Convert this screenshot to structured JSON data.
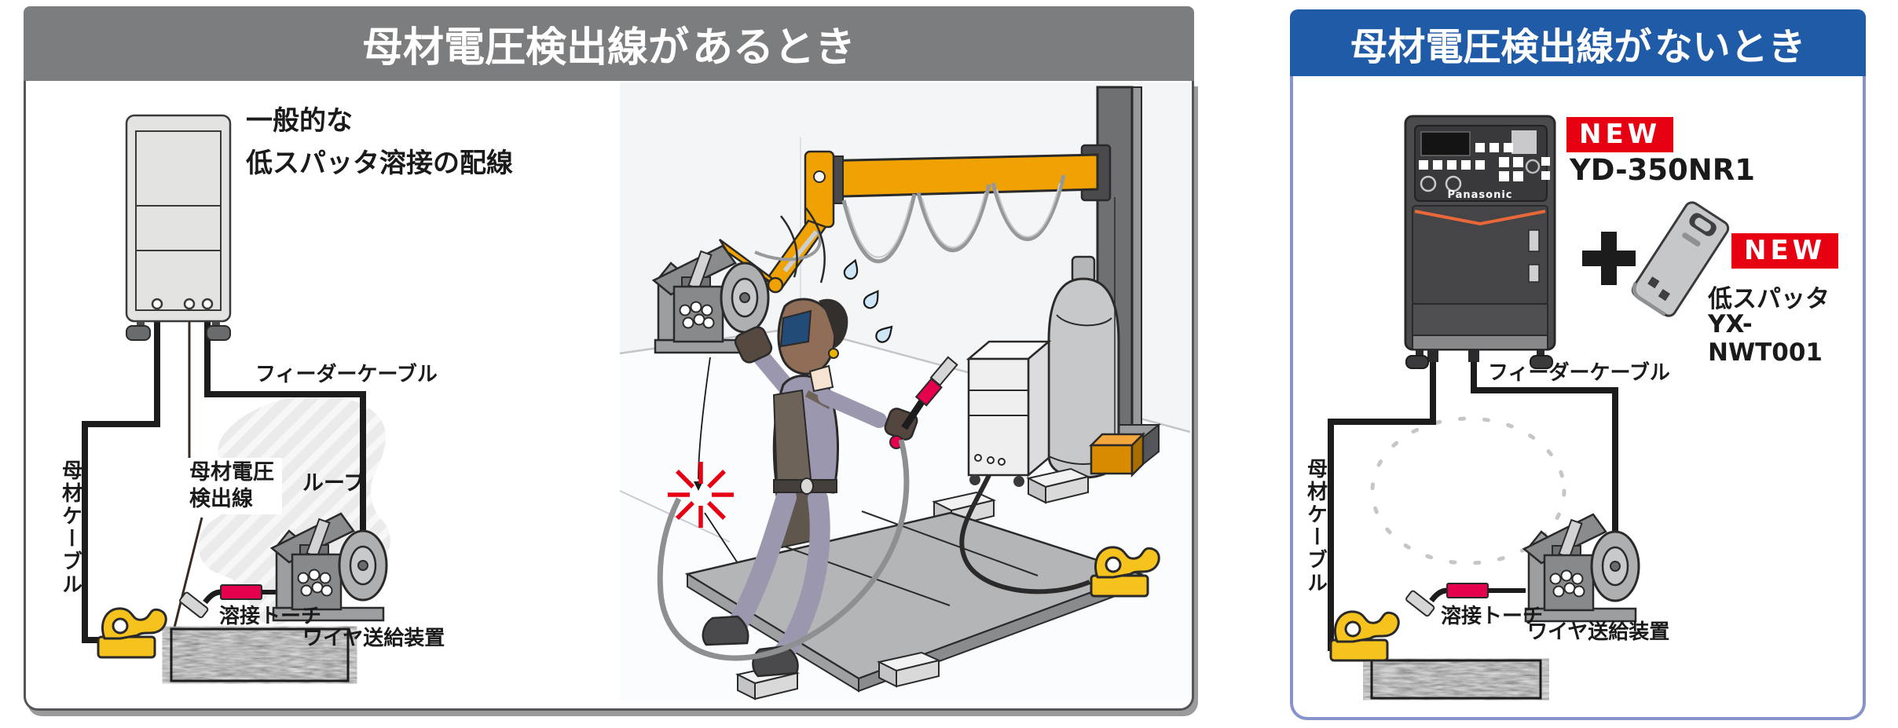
{
  "brand": "Panasonic",
  "badge_new": "NEW",
  "left_panel": {
    "title_prefix": "母材電圧検出線が",
    "title_emphasis": "あるとき",
    "caption_line1": "一般的な",
    "caption_line2": "低スパッタ溶接の配線",
    "labels": {
      "feeder_cable": "フィーダーケーブル",
      "base_metal_cable": "母材ケーブル",
      "voltage_detection_line1": "母材電圧",
      "voltage_detection_line2": "検出線",
      "loop": "ループ",
      "welding_torch": "溶接トーチ",
      "wire_feeder": "ワイヤ送給装置"
    }
  },
  "right_panel": {
    "title_prefix": "母材電圧検出線が",
    "title_emphasis": "ないとき",
    "power_source_model": "YD-350NR1",
    "plus_sign": "+",
    "accessory_name": "低スパッタ",
    "accessory_model": "YX-NWT001",
    "labels": {
      "feeder_cable": "フィーダーケーブル",
      "base_metal_cable": "母材ケーブル",
      "welding_torch": "溶接トーチ",
      "wire_feeder": "ワイヤ送給装置"
    }
  },
  "colors": {
    "left_header_bg": "#7c7d7f",
    "right_header_bg": "#1f5ba7",
    "badge_red": "#e60012",
    "crane_orange": "#f0a202",
    "clamp_yellow": "#f6c21d",
    "torch_red": "#e5004e",
    "right_panel_border": "#8794c9",
    "spark_red": "#e60013"
  }
}
